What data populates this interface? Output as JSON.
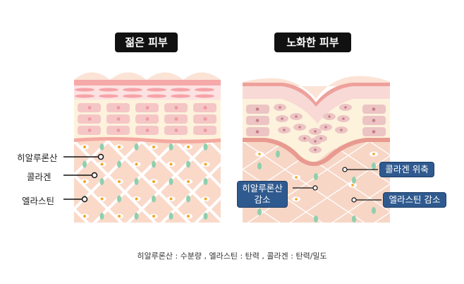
{
  "titles": {
    "young": "젊은 피부",
    "aged": "노화한 피부"
  },
  "young_labels": [
    "히알루론산",
    "콜라겐",
    "엘라스틴"
  ],
  "aged_labels": {
    "collagen": "콜라겐 위축",
    "hyaluronic_line1": "히알루론산",
    "hyaluronic_line2": "감소",
    "elastin": "엘라스틴 감소"
  },
  "footer": "히알루론산 : 수분량 , 엘라스틴 : 탄력 , 콜라겐 : 탄력/밀도",
  "colors": {
    "dermis": "#fad9c9",
    "epidermis": "#fdf2dc",
    "cell": "#f5c6c6",
    "band": "#f4a9a0",
    "collagen": "#8fcfae",
    "hyaluronic": "#f5a623",
    "tag": "#2f5a8f"
  }
}
